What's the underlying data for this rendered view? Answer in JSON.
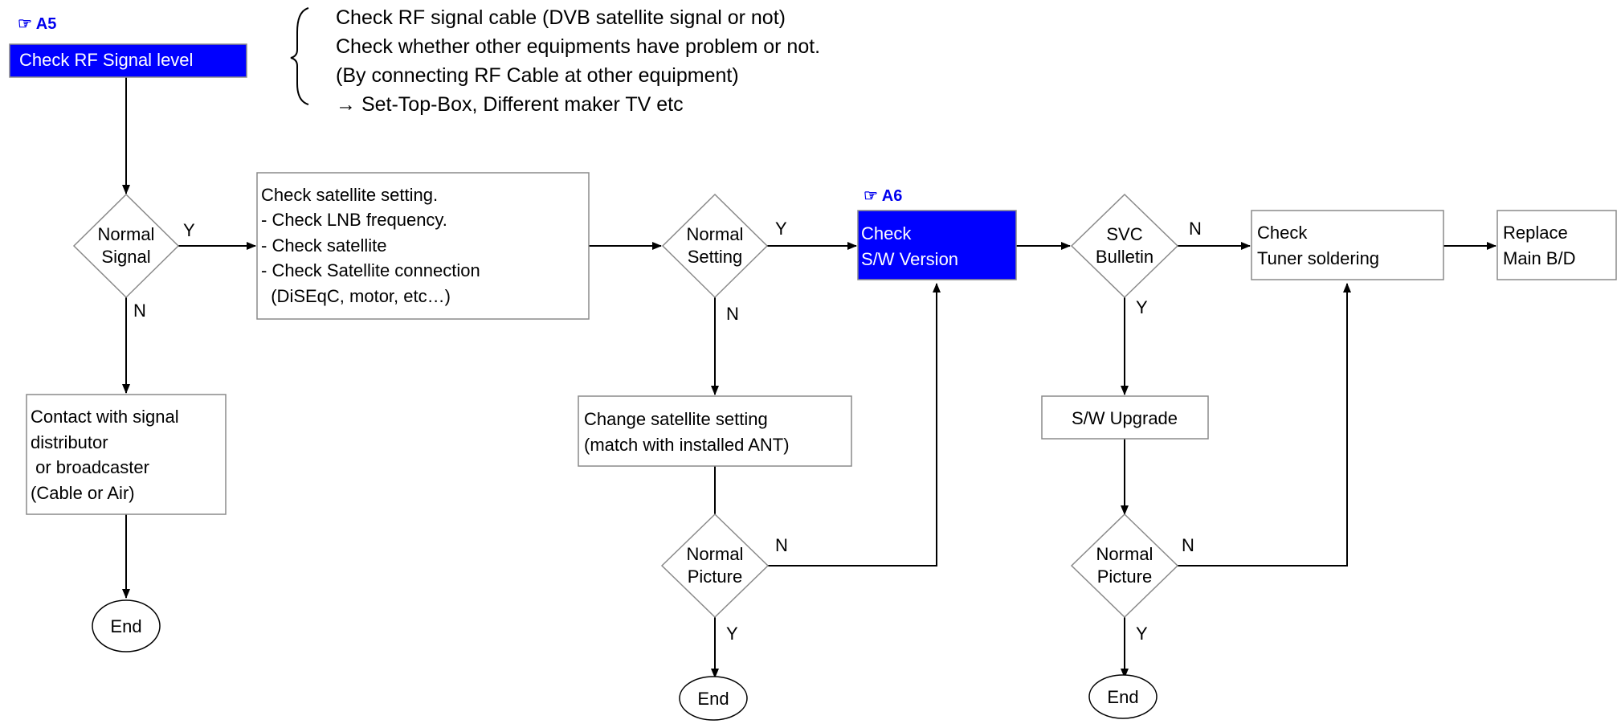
{
  "refs": {
    "a5": "☞ A5",
    "a6": "☞ A6"
  },
  "notes": [
    "Check RF signal cable (DVB satellite signal or not)",
    "Check whether other equipments have problem or not.",
    "(By connecting RF Cable at other equipment)",
    "→ Set-Top-Box, Different maker TV etc"
  ],
  "nodes": {
    "check_rf": [
      "Check RF Signal level"
    ],
    "normal_signal": [
      "Normal",
      "Signal"
    ],
    "check_sat": [
      "Check satellite setting.",
      "- Check LNB frequency.",
      "- Check satellite",
      "- Check Satellite connection",
      "  (DiSEqC, motor, etc…)"
    ],
    "contact": [
      "Contact with signal",
      "distributor",
      " or broadcaster",
      "(Cable or Air)"
    ],
    "end1": [
      "End"
    ],
    "normal_setting": [
      "Normal",
      "Setting"
    ],
    "change_sat": [
      "Change satellite setting",
      "(match with installed ANT)"
    ],
    "normal_picture1": [
      "Normal",
      "Picture"
    ],
    "end2": [
      "End"
    ],
    "check_sw": [
      "Check",
      "S/W Version"
    ],
    "svc_bulletin": [
      "SVC",
      "Bulletin"
    ],
    "sw_upgrade": [
      "S/W Upgrade"
    ],
    "normal_picture2": [
      "Normal",
      "Picture"
    ],
    "end3": [
      "End"
    ],
    "check_tuner": [
      "Check",
      "Tuner soldering"
    ],
    "replace": [
      "Replace",
      "Main B/D"
    ]
  },
  "edge_labels": {
    "signal_y": "Y",
    "signal_n": "N",
    "setting_y": "Y",
    "setting_n": "N",
    "picture1_n": "N",
    "picture1_y": "Y",
    "svc_n": "N",
    "svc_y": "Y",
    "picture2_n": "N",
    "picture2_y": "Y"
  },
  "colors": {
    "highlight": "#0000ff",
    "ref_text": "#0000ee",
    "border": "#8a8a8a"
  }
}
